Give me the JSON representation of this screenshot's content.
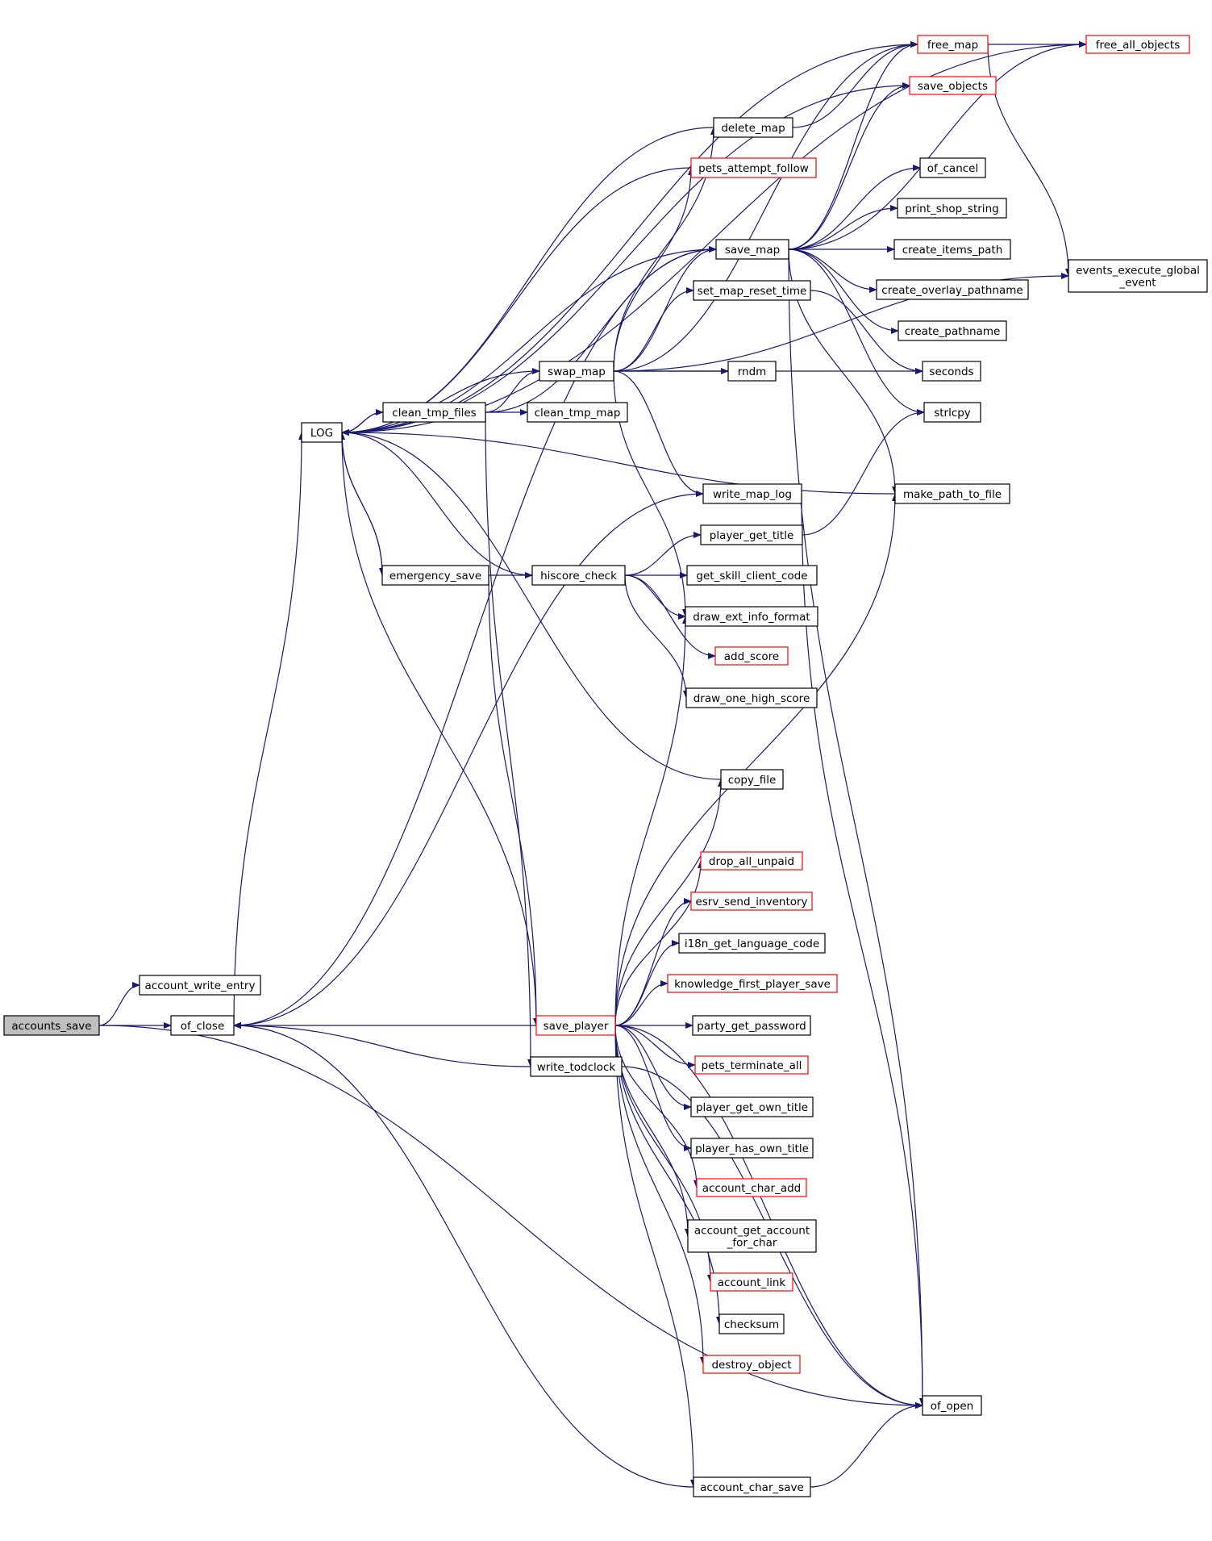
{
  "colors": {
    "edge": "#191970",
    "node_border": "#000000",
    "node_border_external": "#ff0000",
    "root_fill": "#bfbfbf",
    "node_fill": "#ffffff"
  },
  "nodes": [
    {
      "id": "accounts_save",
      "label": "accounts_save",
      "style": "root"
    },
    {
      "id": "account_write_entry",
      "label": "account_write_entry",
      "style": "normal"
    },
    {
      "id": "of_close",
      "label": "of_close",
      "style": "normal"
    },
    {
      "id": "LOG",
      "label": "LOG",
      "style": "normal"
    },
    {
      "id": "clean_tmp_files",
      "label": "clean_tmp_files",
      "style": "normal"
    },
    {
      "id": "emergency_save",
      "label": "emergency_save",
      "style": "normal"
    },
    {
      "id": "swap_map",
      "label": "swap_map",
      "style": "normal"
    },
    {
      "id": "clean_tmp_map",
      "label": "clean_tmp_map",
      "style": "normal"
    },
    {
      "id": "hiscore_check",
      "label": "hiscore_check",
      "style": "normal"
    },
    {
      "id": "save_player",
      "label": "save_player",
      "style": "red"
    },
    {
      "id": "write_todclock",
      "label": "write_todclock",
      "style": "normal"
    },
    {
      "id": "free_map",
      "label": "free_map",
      "style": "red"
    },
    {
      "id": "save_objects",
      "label": "save_objects",
      "style": "red"
    },
    {
      "id": "delete_map",
      "label": "delete_map",
      "style": "normal"
    },
    {
      "id": "pets_attempt_follow",
      "label": "pets_attempt_follow",
      "style": "red"
    },
    {
      "id": "save_map",
      "label": "save_map",
      "style": "normal"
    },
    {
      "id": "set_map_reset_time",
      "label": "set_map_reset_time",
      "style": "normal"
    },
    {
      "id": "rndm",
      "label": "rndm",
      "style": "normal"
    },
    {
      "id": "write_map_log",
      "label": "write_map_log",
      "style": "normal"
    },
    {
      "id": "player_get_title",
      "label": "player_get_title",
      "style": "normal"
    },
    {
      "id": "get_skill_client_code",
      "label": "get_skill_client_code",
      "style": "normal"
    },
    {
      "id": "draw_ext_info_format",
      "label": "draw_ext_info_format",
      "style": "normal"
    },
    {
      "id": "add_score",
      "label": "add_score",
      "style": "red"
    },
    {
      "id": "draw_one_high_score",
      "label": "draw_one_high_score",
      "style": "normal"
    },
    {
      "id": "copy_file",
      "label": "copy_file",
      "style": "normal"
    },
    {
      "id": "drop_all_unpaid",
      "label": "drop_all_unpaid",
      "style": "red"
    },
    {
      "id": "esrv_send_inventory",
      "label": "esrv_send_inventory",
      "style": "red"
    },
    {
      "id": "i18n_get_language_code",
      "label": "i18n_get_language_code",
      "style": "normal"
    },
    {
      "id": "knowledge_first_player_save",
      "label": "knowledge_first_player_save",
      "style": "red"
    },
    {
      "id": "party_get_password",
      "label": "party_get_password",
      "style": "normal"
    },
    {
      "id": "pets_terminate_all",
      "label": "pets_terminate_all",
      "style": "red"
    },
    {
      "id": "player_get_own_title",
      "label": "player_get_own_title",
      "style": "normal"
    },
    {
      "id": "player_has_own_title",
      "label": "player_has_own_title",
      "style": "normal"
    },
    {
      "id": "account_char_add",
      "label": "account_char_add",
      "style": "red"
    },
    {
      "id": "account_get_account_for_char",
      "label": "account_get_account\n_for_char",
      "style": "normal"
    },
    {
      "id": "account_link",
      "label": "account_link",
      "style": "red"
    },
    {
      "id": "checksum",
      "label": "checksum",
      "style": "normal"
    },
    {
      "id": "destroy_object",
      "label": "destroy_object",
      "style": "red"
    },
    {
      "id": "account_char_save",
      "label": "account_char_save",
      "style": "normal"
    },
    {
      "id": "of_open",
      "label": "of_open",
      "style": "normal"
    },
    {
      "id": "free_all_objects",
      "label": "free_all_objects",
      "style": "red"
    },
    {
      "id": "of_cancel",
      "label": "of_cancel",
      "style": "normal"
    },
    {
      "id": "print_shop_string",
      "label": "print_shop_string",
      "style": "normal"
    },
    {
      "id": "create_items_path",
      "label": "create_items_path",
      "style": "normal"
    },
    {
      "id": "create_overlay_pathname",
      "label": "create_overlay_pathname",
      "style": "normal"
    },
    {
      "id": "create_pathname",
      "label": "create_pathname",
      "style": "normal"
    },
    {
      "id": "seconds",
      "label": "seconds",
      "style": "normal"
    },
    {
      "id": "strlcpy",
      "label": "strlcpy",
      "style": "normal"
    },
    {
      "id": "make_path_to_file",
      "label": "make_path_to_file",
      "style": "normal"
    },
    {
      "id": "events_execute_global_event",
      "label": "events_execute_global\n_event",
      "style": "normal"
    }
  ],
  "edges": [
    [
      "accounts_save",
      "account_write_entry"
    ],
    [
      "accounts_save",
      "of_close"
    ],
    [
      "accounts_save",
      "of_open"
    ],
    [
      "of_close",
      "LOG"
    ],
    [
      "LOG",
      "clean_tmp_files"
    ],
    [
      "LOG",
      "emergency_save"
    ],
    [
      "clean_tmp_files",
      "swap_map"
    ],
    [
      "clean_tmp_files",
      "clean_tmp_map"
    ],
    [
      "clean_tmp_files",
      "LOG"
    ],
    [
      "clean_tmp_files",
      "save_map"
    ],
    [
      "clean_tmp_files",
      "write_todclock"
    ],
    [
      "emergency_save",
      "hiscore_check"
    ],
    [
      "emergency_save",
      "LOG"
    ],
    [
      "emergency_save",
      "save_player"
    ],
    [
      "hiscore_check",
      "LOG"
    ],
    [
      "hiscore_check",
      "player_get_title"
    ],
    [
      "hiscore_check",
      "get_skill_client_code"
    ],
    [
      "hiscore_check",
      "draw_ext_info_format"
    ],
    [
      "hiscore_check",
      "add_score"
    ],
    [
      "hiscore_check",
      "draw_one_high_score"
    ],
    [
      "swap_map",
      "LOG"
    ],
    [
      "swap_map",
      "delete_map"
    ],
    [
      "swap_map",
      "pets_attempt_follow"
    ],
    [
      "swap_map",
      "save_map"
    ],
    [
      "swap_map",
      "set_map_reset_time"
    ],
    [
      "swap_map",
      "rndm"
    ],
    [
      "swap_map",
      "seconds"
    ],
    [
      "swap_map",
      "events_execute_global_event"
    ],
    [
      "swap_map",
      "write_map_log"
    ],
    [
      "swap_map",
      "draw_ext_info_format"
    ],
    [
      "swap_map",
      "free_map"
    ],
    [
      "delete_map",
      "LOG"
    ],
    [
      "delete_map",
      "free_map"
    ],
    [
      "pets_attempt_follow",
      "LOG"
    ],
    [
      "free_map",
      "free_all_objects"
    ],
    [
      "free_map",
      "events_execute_global_event"
    ],
    [
      "free_map",
      "LOG"
    ],
    [
      "free_all_objects",
      "LOG"
    ],
    [
      "save_objects",
      "LOG"
    ],
    [
      "save_map",
      "LOG"
    ],
    [
      "save_map",
      "free_map"
    ],
    [
      "save_map",
      "save_objects"
    ],
    [
      "save_map",
      "free_all_objects"
    ],
    [
      "save_map",
      "of_cancel"
    ],
    [
      "save_map",
      "print_shop_string"
    ],
    [
      "save_map",
      "create_items_path"
    ],
    [
      "save_map",
      "create_overlay_pathname"
    ],
    [
      "save_map",
      "create_pathname"
    ],
    [
      "save_map",
      "strlcpy"
    ],
    [
      "save_map",
      "make_path_to_file"
    ],
    [
      "save_map",
      "of_open"
    ],
    [
      "save_map",
      "of_close"
    ],
    [
      "set_map_reset_time",
      "seconds"
    ],
    [
      "write_map_log",
      "of_close"
    ],
    [
      "write_map_log",
      "of_open"
    ],
    [
      "player_get_title",
      "strlcpy"
    ],
    [
      "make_path_to_file",
      "LOG"
    ],
    [
      "copy_file",
      "LOG"
    ],
    [
      "save_player",
      "LOG"
    ],
    [
      "save_player",
      "of_close"
    ],
    [
      "save_player",
      "copy_file"
    ],
    [
      "save_player",
      "make_path_to_file"
    ],
    [
      "save_player",
      "draw_ext_info_format"
    ],
    [
      "save_player",
      "drop_all_unpaid"
    ],
    [
      "save_player",
      "esrv_send_inventory"
    ],
    [
      "save_player",
      "i18n_get_language_code"
    ],
    [
      "save_player",
      "knowledge_first_player_save"
    ],
    [
      "save_player",
      "party_get_password"
    ],
    [
      "save_player",
      "pets_terminate_all"
    ],
    [
      "save_player",
      "player_get_own_title"
    ],
    [
      "save_player",
      "player_has_own_title"
    ],
    [
      "save_player",
      "account_char_add"
    ],
    [
      "save_player",
      "account_get_account_for_char"
    ],
    [
      "save_player",
      "account_link"
    ],
    [
      "save_player",
      "checksum"
    ],
    [
      "save_player",
      "destroy_object"
    ],
    [
      "save_player",
      "of_open"
    ],
    [
      "save_player",
      "account_char_save"
    ],
    [
      "write_todclock",
      "of_close"
    ],
    [
      "write_todclock",
      "of_open"
    ],
    [
      "account_char_save",
      "of_close"
    ],
    [
      "account_char_save",
      "of_open"
    ]
  ]
}
